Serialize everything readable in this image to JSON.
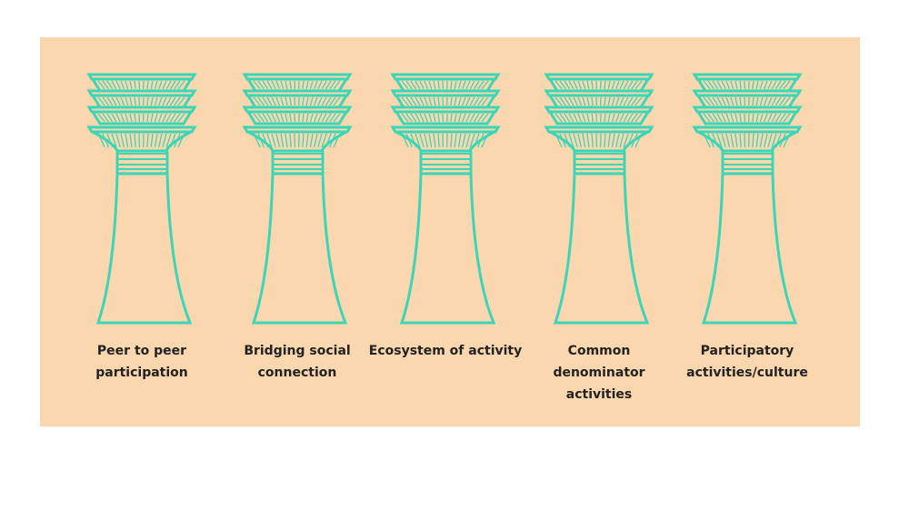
{
  "colors": {
    "background": "#fbd7b0",
    "pillar": "#3dd6b5",
    "text": "#222222"
  },
  "pillars": [
    {
      "label": "Peer to peer participation"
    },
    {
      "label": "Bridging social connection"
    },
    {
      "label": "Ecosystem of activity"
    },
    {
      "label": "Common denominator activities"
    },
    {
      "label": "Participatory activities/culture"
    }
  ]
}
